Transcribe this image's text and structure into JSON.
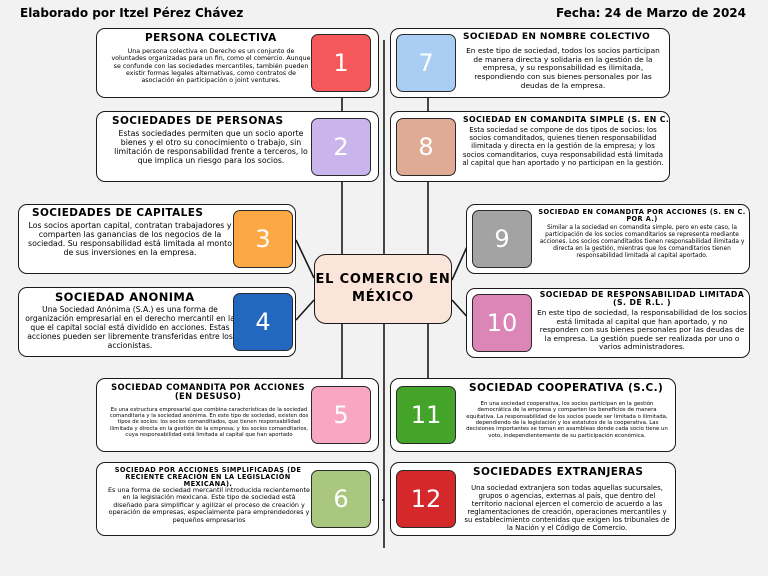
{
  "header": {
    "author": "Elaborado por Itzel Pérez Chávez",
    "date": "Fecha: 24 de Marzo de 2024"
  },
  "center_title": "EL COMERCIO EN MÉXICO",
  "colors": {
    "n1": "#f4585a",
    "n2": "#c9b4ec",
    "n3": "#fca844",
    "n4": "#2368c0",
    "n5": "#f8a6c2",
    "n6": "#a9c77f",
    "n7": "#a9cdf3",
    "n8": "#dfab94",
    "n9": "#a3a3a3",
    "n10": "#dc85b7",
    "n11": "#44a329",
    "n12": "#d4282a"
  },
  "cards": {
    "c1": {
      "number": "1",
      "title": "PERSONA COLECTIVA",
      "text": "Una persona colectiva en Derecho es un conjunto de voluntades organizadas para un fin, como el comercio. Aunque se confunde con las sociedades mercantiles, también pueden existir formas legales alternativas, como contratos de asociación en participación o joint ventures."
    },
    "c2": {
      "number": "2",
      "title": "SOCIEDADES DE PERSONAS",
      "text": "Estas sociedades permiten que un socio aporte bienes y el otro su conocimiento o trabajo, sin limitación de responsabilidad frente a terceros, lo que implica un riesgo para los socios."
    },
    "c3": {
      "number": "3",
      "title": "SOCIEDADES DE CAPITALES",
      "text": "Los socios aportan capital, contratan trabajadores y comparten las ganancias de los negocios de la sociedad. Su responsabilidad está limitada al monto de sus inversiones en la empresa."
    },
    "c4": {
      "number": "4",
      "title": "SOCIEDAD ANONIMA",
      "text": "Una Sociedad Anónima (S.A.) es una forma de organización empresarial en el derecho mercantil en la que el capital social está dividido en acciones. Estas acciones pueden ser libremente transferidas entre los accionistas."
    },
    "c5": {
      "number": "5",
      "title": "SOCIEDAD COMANDITA POR ACCIONES (EN DESUSO)",
      "text": "Es una estructura empresarial que combina características de la sociedad comanditaria y la sociedad anónima. En este tipo de sociedad, existen dos tipos de socios: los socios comanditados, que tienen responsabilidad ilimitada y directa en la gestión de la empresa; y los socios comanditarios, cuya responsabilidad está limitada al capital que han aportado"
    },
    "c6": {
      "number": "6",
      "title": "SOCIEDAD POR ACCIONES SIMPLIFICADAS (DE RECIENTE CREACIÓN EN LA LEGISLACIÓN MEXICANA).",
      "text": "Es una forma de sociedad mercantil introducida recientemente en la legislación mexicana. Este tipo de sociedad está diseñado para simplificar y agilizar el proceso de creación y operación de empresas, especialmente para emprendedores y pequeños empresarios"
    },
    "c7": {
      "number": "7",
      "title": "SOCIEDAD EN NOMBRE COLECTIVO",
      "text": "En este tipo de sociedad, todos los socios participan de manera directa y solidaria en la gestión de la empresa, y su responsabilidad es ilimitada, respondiendo con sus bienes personales por las deudas de la empresa."
    },
    "c8": {
      "number": "8",
      "title": "SOCIEDAD EN COMANDITA SIMPLE (S. EN C.)",
      "text": "Esta sociedad se compone de dos tipos de socios: los socios comanditados, quienes tienen responsabilidad ilimitada y directa en la gestión de la empresa; y los socios comanditarios, cuya responsabilidad está limitada al capital que han aportado y no participan en la gestión."
    },
    "c9": {
      "number": "9",
      "title": "SOCIEDAD EN COMANDITA POR ACCIONES (S. EN C. POR A.)",
      "text": "Similar a la sociedad en comandita simple, pero en este caso, la participación de los socios comanditarios se representa mediante acciones. Los socios comanditados tienen responsabilidad ilimitada y directa en la gestión, mientras que los comanditarios tienen responsabilidad limitada al capital aportado."
    },
    "c10": {
      "number": "10",
      "title": "SOCIEDAD DE RESPONSABILIDAD LIMITADA (S. DE R.L. )",
      "text": "En este tipo de sociedad, la responsabilidad de los socios está limitada al capital que han aportado, y no responden con sus bienes personales por las deudas de la empresa. La gestión puede ser realizada por uno o varios administradores."
    },
    "c11": {
      "number": "11",
      "title": "SOCIEDAD COOPERATIVA (S.C.)",
      "text": "En una sociedad cooperativa, los socios participan en la gestión democrática de la empresa y comparten los beneficios de manera equitativa. La responsabilidad de los socios puede ser limitada o ilimitada, dependiendo de la legislación y los estatutos de la cooperativa. Las decisiones importantes se toman en asambleas donde cada socio tiene un voto, independientemente de su participación económica."
    },
    "c12": {
      "number": "12",
      "title": "SOCIEDADES EXTRANJERAS",
      "text": "Una sociedad extranjera son todas aquellas sucursales, grupos o agencias, externas al país, que dentro del territorio nacional ejercen el comercio de acuerdo a las reglamentaciones de creación, operaciones mercantiles y su establecimiento contenidas que exigen los tribunales de la Nación y el Código de Comercio."
    }
  }
}
